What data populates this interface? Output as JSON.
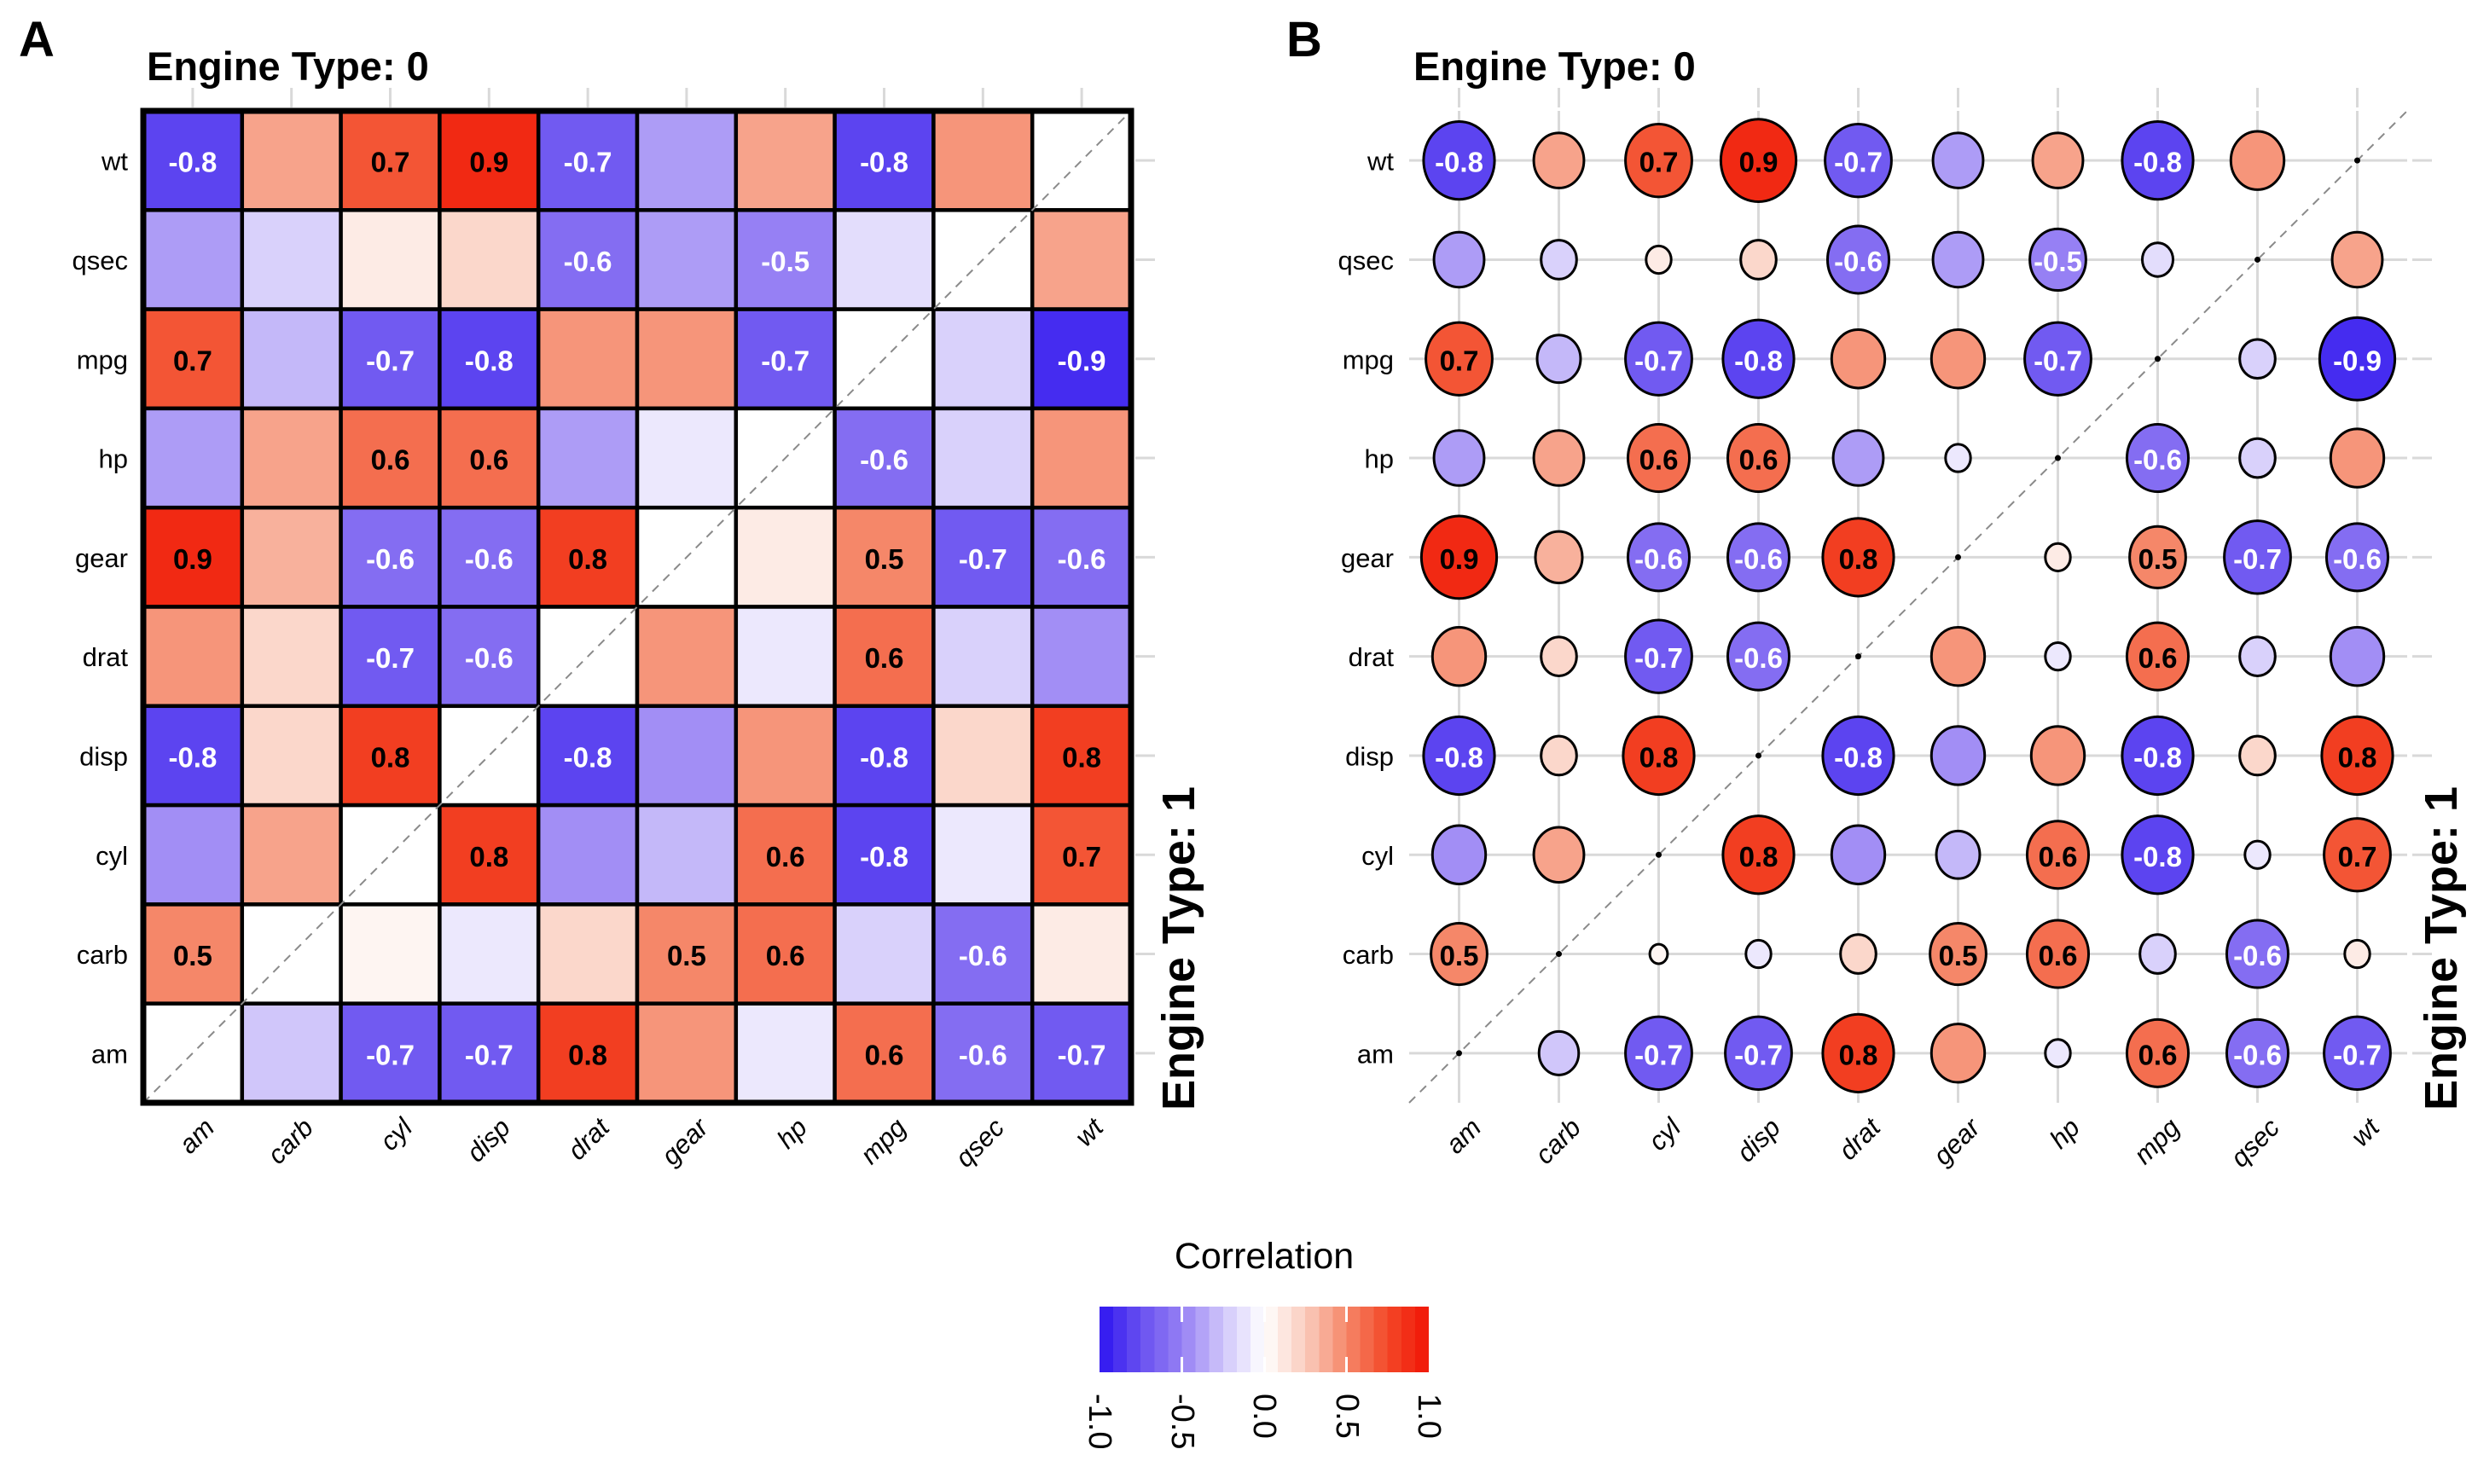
{
  "figure": {
    "background": "#ffffff",
    "panels": {
      "a": {
        "tag": "A",
        "top_facet_label": "Engine Type: 0",
        "right_facet_label": "Engine Type: 1"
      },
      "b": {
        "tag": "B",
        "top_facet_label": "Engine Type: 0",
        "right_facet_label": "Engine Type: 1"
      }
    },
    "legend": {
      "title": "Correlation",
      "tick_labels": [
        "-1.0",
        "-0.5",
        "0.0",
        "0.5",
        "1.0"
      ]
    }
  },
  "chart_data": {
    "type": "heatmap",
    "description": "Pairwise correlation matrix of mtcars-style variables, split by engine type: upper-left triangle = Engine Type: 0, lower-right triangle = Engine Type: 1. Panel A renders cells as colored squares, panel B as circles whose area scales with |r|. Values with |r| >= 0.5 are printed (white text for negative, black for positive). Diagonal is blank with a dashed identity line (small dots in panel B).",
    "columns": [
      "am",
      "carb",
      "cyl",
      "disp",
      "drat",
      "gear",
      "hp",
      "mpg",
      "qsec",
      "wt"
    ],
    "rows_top_to_bottom": [
      "wt",
      "qsec",
      "mpg",
      "hp",
      "gear",
      "drat",
      "disp",
      "cyl",
      "carb",
      "am"
    ],
    "triangle_split": {
      "upper_left": "Engine Type: 0",
      "lower_right": "Engine Type: 1"
    },
    "printed_label_rule": "|r| >= 0.5 printed to 1 decimal; negative labels white, positive labels black; unlabeled cell values estimated from color/size",
    "value_range": [
      -1,
      1
    ],
    "values": {
      "wt": {
        "am": -0.8,
        "carb": 0.4,
        "cyl": 0.7,
        "disp": 0.9,
        "drat": -0.7,
        "gear": -0.4,
        "hp": 0.4,
        "mpg": -0.8,
        "qsec": 0.45,
        "wt": null
      },
      "qsec": {
        "am": -0.4,
        "carb": -0.2,
        "cyl": 0.1,
        "disp": 0.2,
        "drat": -0.6,
        "gear": -0.4,
        "hp": -0.5,
        "mpg": -0.15,
        "qsec": null,
        "wt": 0.4
      },
      "mpg": {
        "am": 0.7,
        "carb": -0.3,
        "cyl": -0.7,
        "disp": -0.8,
        "drat": 0.45,
        "gear": 0.45,
        "hp": -0.7,
        "mpg": null,
        "qsec": -0.2,
        "wt": -0.9
      },
      "hp": {
        "am": -0.4,
        "carb": 0.4,
        "cyl": 0.6,
        "disp": 0.6,
        "drat": -0.4,
        "gear": -0.1,
        "hp": null,
        "mpg": -0.6,
        "qsec": -0.2,
        "wt": 0.45
      },
      "gear": {
        "am": 0.9,
        "carb": 0.35,
        "cyl": -0.6,
        "disp": -0.6,
        "drat": 0.8,
        "gear": null,
        "hp": 0.1,
        "mpg": 0.5,
        "qsec": -0.7,
        "wt": -0.6
      },
      "drat": {
        "am": 0.45,
        "carb": 0.2,
        "cyl": -0.7,
        "disp": -0.6,
        "drat": null,
        "gear": 0.45,
        "hp": -0.1,
        "mpg": 0.6,
        "qsec": -0.2,
        "wt": -0.45
      },
      "disp": {
        "am": -0.8,
        "carb": 0.2,
        "cyl": 0.8,
        "disp": null,
        "drat": -0.8,
        "gear": -0.45,
        "hp": 0.45,
        "mpg": -0.8,
        "qsec": 0.2,
        "wt": 0.8
      },
      "cyl": {
        "am": -0.45,
        "carb": 0.4,
        "cyl": null,
        "disp": 0.8,
        "drat": -0.45,
        "gear": -0.3,
        "hp": 0.6,
        "mpg": -0.8,
        "qsec": -0.1,
        "wt": 0.7
      },
      "carb": {
        "am": 0.5,
        "carb": null,
        "cyl": 0.05,
        "disp": -0.1,
        "drat": 0.2,
        "gear": 0.5,
        "hp": 0.6,
        "mpg": -0.2,
        "qsec": -0.6,
        "wt": 0.1
      },
      "am": {
        "am": null,
        "carb": -0.25,
        "cyl": -0.7,
        "disp": -0.7,
        "drat": 0.8,
        "gear": 0.45,
        "hp": -0.1,
        "mpg": 0.6,
        "qsec": -0.6,
        "wt": -0.7
      }
    },
    "colorbar": {
      "title": "Correlation",
      "tick_values": [
        -1.0,
        -0.5,
        0.0,
        0.5,
        1.0
      ],
      "low": "#2D14F0",
      "mid": "#FFFFFF",
      "high": "#F01405"
    },
    "palette": {
      "grid": "#D9D9D9",
      "dash": "#8A8A8A",
      "cell_border": "#000000",
      "neg_label": "#FFFFFF",
      "pos_label": "#000000"
    }
  }
}
